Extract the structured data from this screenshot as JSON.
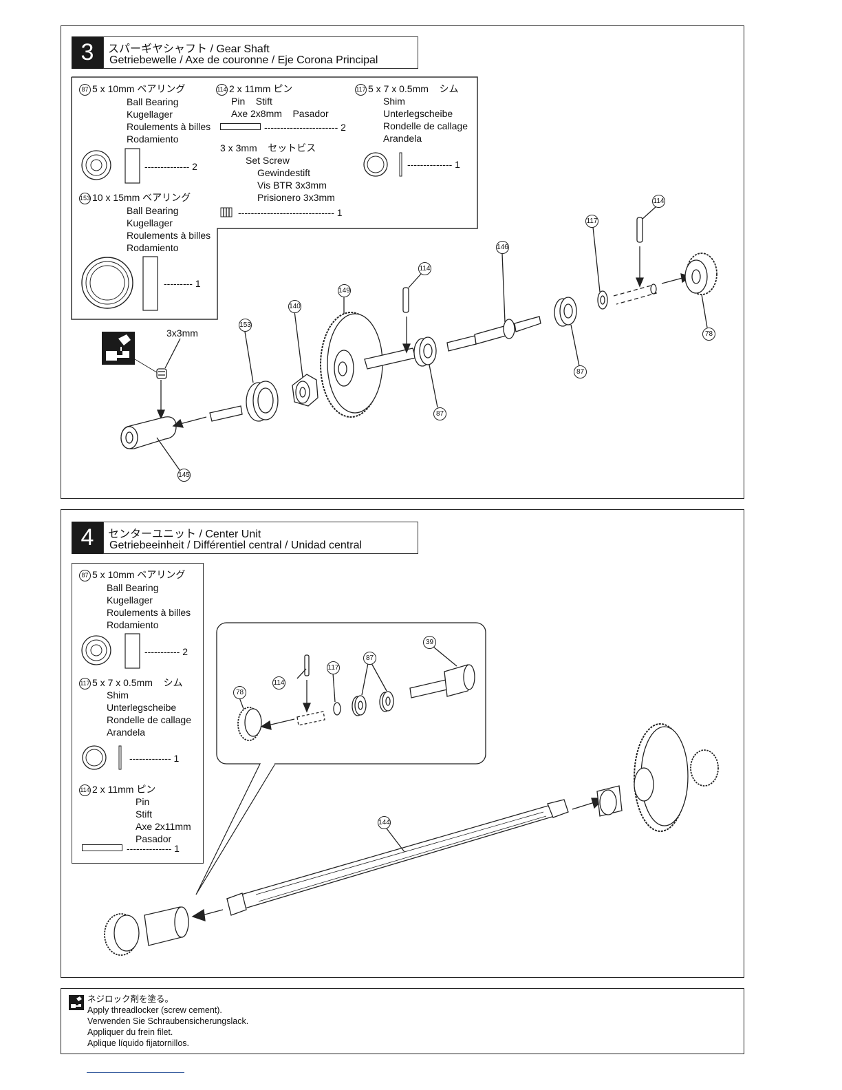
{
  "step3": {
    "number": "3",
    "title_jp": "スパーギヤシャフト / Gear Shaft",
    "title_sub": "Getriebewelle / Axe de couronne / Eje Corona Principal",
    "parts": {
      "p87": {
        "ref": "87",
        "spec": "5 x 10mm ベアリング",
        "names": [
          "Ball Bearing",
          "Kugellager",
          "Roulements à billes",
          "Rodamiento"
        ],
        "qty": "2"
      },
      "p153": {
        "ref": "153",
        "spec": "10 x 15mm ベアリング",
        "names": [
          "Ball Bearing",
          "Kugellager",
          "Roulements à billes",
          "Rodamiento"
        ],
        "qty": "1"
      },
      "p114": {
        "ref": "114",
        "spec": "2 x 11mm ピン",
        "line1": "Pin    Stift",
        "line2": "Axe 2x8mm    Pasador",
        "qty": "2"
      },
      "set_screw": {
        "spec": "3 x 3mm    セットビス",
        "names": [
          "Set Screw",
          "Gewindestift",
          "Vis BTR 3x3mm",
          "Prisionero 3x3mm"
        ],
        "qty": "1"
      },
      "p117": {
        "ref": "117",
        "spec": "5 x 7 x 0.5mm    シム",
        "names": [
          "Shim",
          "Unterlegscheibe",
          "Rondelle de callage",
          "Arandela"
        ],
        "qty": "1"
      }
    },
    "callouts": [
      "114",
      "117",
      "146",
      "114",
      "149",
      "140",
      "153",
      "78",
      "87",
      "87",
      "145"
    ],
    "screw_label": "3x3mm"
  },
  "step4": {
    "number": "4",
    "title_jp": "センターユニット / Center Unit",
    "title_sub": "Getriebeeinheit / Différentiel central / Unidad central",
    "parts": {
      "p87": {
        "ref": "87",
        "spec": "5 x 10mm ベアリング",
        "names": [
          "Ball Bearing",
          "Kugellager",
          "Roulements à billes",
          "Rodamiento"
        ],
        "qty": "2"
      },
      "p117": {
        "ref": "117",
        "spec": "5 x 7 x 0.5mm    シム",
        "names": [
          "Shim",
          "Unterlegscheibe",
          "Rondelle de callage",
          "Arandela"
        ],
        "qty": "1"
      },
      "p114": {
        "ref": "114",
        "spec": "2 x 11mm ピン",
        "names": [
          "Pin",
          "Stift",
          "Axe 2x11mm",
          "Pasador"
        ],
        "qty": "1"
      }
    },
    "callouts": [
      "39",
      "87",
      "117",
      "114",
      "78",
      "144"
    ]
  },
  "note": {
    "lines": [
      "ネジロック剤を塗る。",
      "Apply threadlocker (screw cement).",
      "Verwenden Sie Schraubensicherungslack.",
      "Appliquer du frein filet.",
      "Aplique líquido fijatornillos."
    ]
  }
}
